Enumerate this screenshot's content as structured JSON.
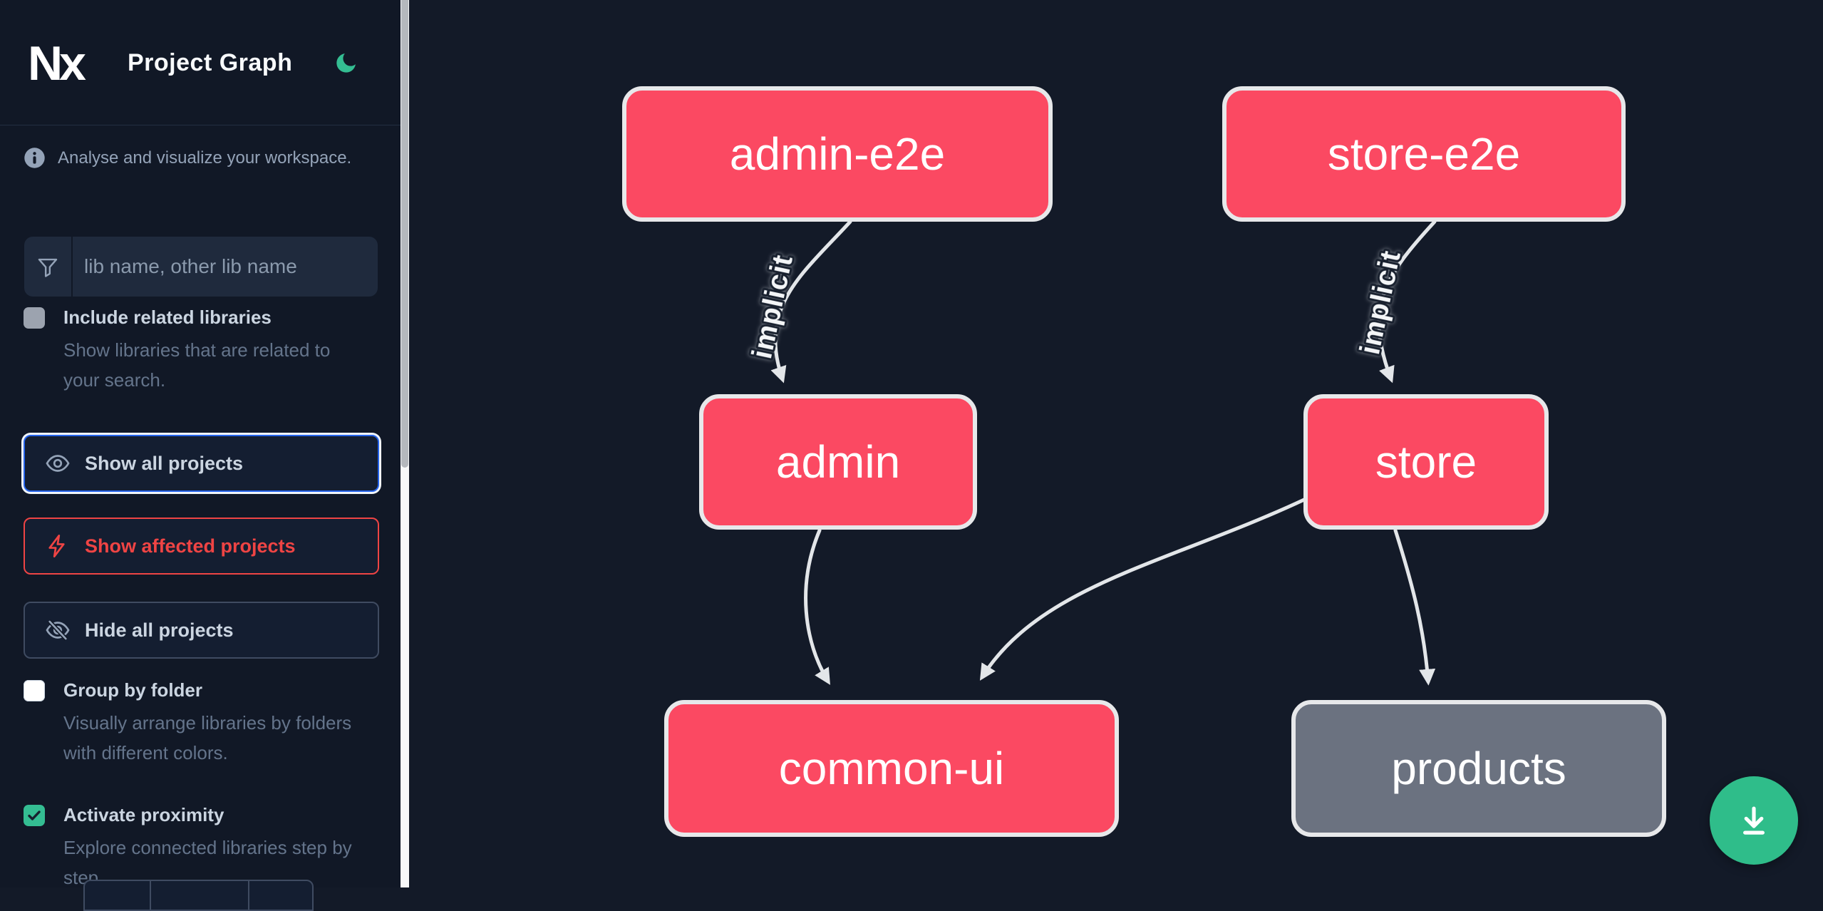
{
  "header": {
    "logo_text": "Nx",
    "title": "Project Graph"
  },
  "sidebar": {
    "tagline": "Analyse and visualize your workspace.",
    "search": {
      "placeholder": "lib name, other lib name"
    },
    "toggles": [
      {
        "label": "Include related libraries",
        "description": "Show libraries that are related to your search.",
        "checked": false,
        "disabled": true
      },
      {
        "label": "Group by folder",
        "description": "Visually arrange libraries by folders with different colors.",
        "checked": false,
        "disabled": false
      },
      {
        "label": "Activate proximity",
        "description": "Explore connected libraries step by step.",
        "checked": true,
        "disabled": false
      }
    ],
    "buttons": [
      {
        "label": "Show all projects",
        "icon": "eye-icon",
        "state": "focused"
      },
      {
        "label": "Show affected projects",
        "icon": "bolt-icon",
        "state": "default"
      },
      {
        "label": "Hide all projects",
        "icon": "eye-off-icon",
        "state": "default"
      }
    ]
  },
  "graph": {
    "nodes": [
      {
        "id": "admin-e2e",
        "label": "admin-e2e",
        "status": "affected"
      },
      {
        "id": "store-e2e",
        "label": "store-e2e",
        "status": "affected"
      },
      {
        "id": "admin",
        "label": "admin",
        "status": "affected"
      },
      {
        "id": "store",
        "label": "store",
        "status": "affected"
      },
      {
        "id": "common-ui",
        "label": "common-ui",
        "status": "affected"
      },
      {
        "id": "products",
        "label": "products",
        "status": "unaffected"
      }
    ],
    "edges": [
      {
        "from": "admin-e2e",
        "to": "admin",
        "label": "implicit"
      },
      {
        "from": "store-e2e",
        "to": "store",
        "label": "implicit"
      },
      {
        "from": "admin",
        "to": "common-ui",
        "label": ""
      },
      {
        "from": "store",
        "to": "common-ui",
        "label": ""
      },
      {
        "from": "store",
        "to": "products",
        "label": ""
      }
    ]
  },
  "fab": {
    "icon": "download-icon"
  },
  "colors": {
    "accent_green": "#34bd92",
    "fab_green": "#2fbd8a",
    "node_affected": "#fb4962",
    "node_unaffected": "#6b7280",
    "edge": "#e3e6e9",
    "focus_blue": "#2563eb",
    "affected_red": "#ef4444",
    "sidebar_bg": "#111826",
    "canvas_bg": "#131a28"
  }
}
